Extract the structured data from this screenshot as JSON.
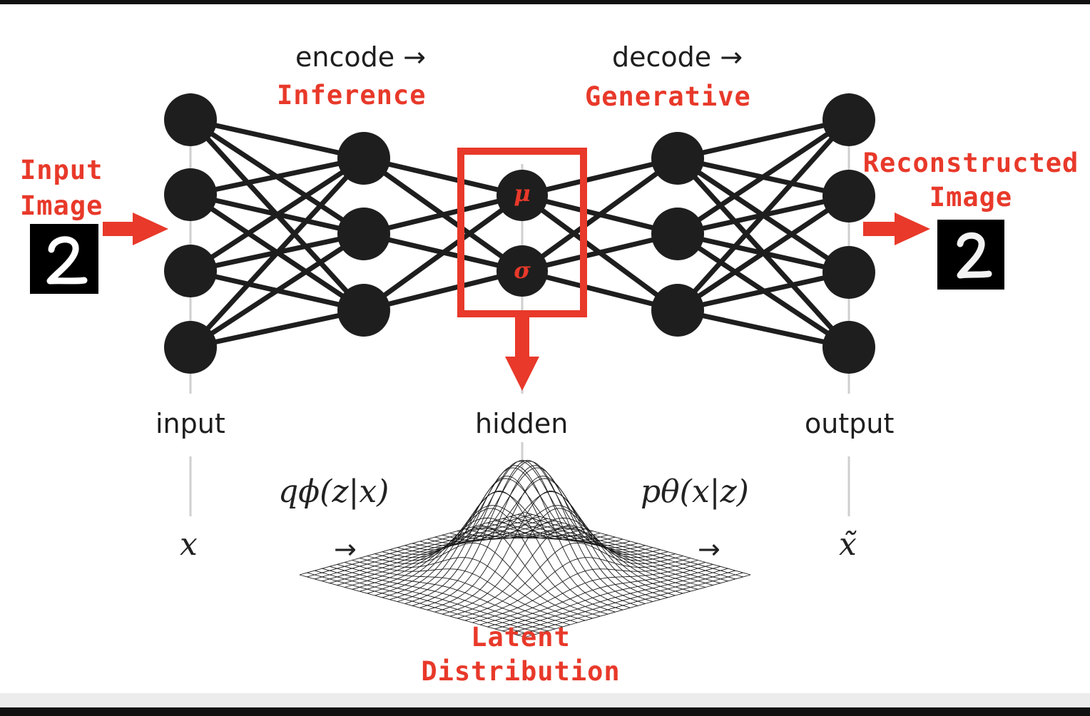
{
  "stages": {
    "encode": "encode →",
    "decode": "decode →"
  },
  "roles": {
    "inference": "Inference",
    "generative": "Generative"
  },
  "layers": {
    "input": "input",
    "hidden": "hidden",
    "output": "output"
  },
  "io": {
    "input_image_line1": "Input",
    "input_image_line2": "Image",
    "reconstructed_line1": "Reconstructed",
    "reconstructed_line2": "Image",
    "digit": "2"
  },
  "latent_nodes": {
    "mu": "μ",
    "sigma": "σ"
  },
  "latent_label": {
    "line1": "Latent",
    "line2": "Distribution"
  },
  "math": {
    "x": "x",
    "x_tilde": "x̃",
    "encoder": "qϕ(z|x)",
    "decoder": "pθ(x|z)",
    "arrow": "→"
  },
  "colors": {
    "accent_red": "#e8392a",
    "node": "#1e1e1e"
  }
}
